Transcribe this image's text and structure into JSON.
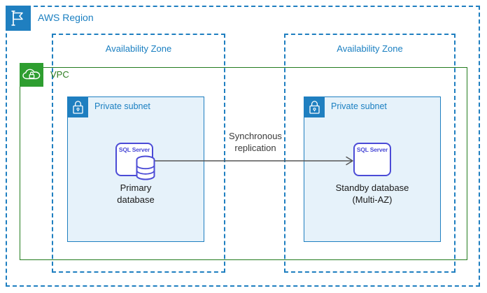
{
  "diagram": {
    "region": {
      "label": "AWS Region",
      "icon": "aws-region-flag-icon",
      "border_color": "#1f7fc0",
      "label_color": "#1a7fc1"
    },
    "vpc": {
      "label": "VPC",
      "icon": "vpc-cloud-lock-icon",
      "border_color": "#237b1e",
      "icon_color": "#2e9e30",
      "label_color": "#2e7d22"
    },
    "availability_zones": [
      {
        "label": "Availability Zone"
      },
      {
        "label": "Availability Zone"
      }
    ],
    "subnets": [
      {
        "label": "Private subnet",
        "icon": "private-subnet-lock-icon",
        "fill_color": "#e6f2fa",
        "border_color": "#1f7fc0"
      },
      {
        "label": "Private subnet",
        "icon": "private-subnet-lock-icon",
        "fill_color": "#e6f2fa",
        "border_color": "#1f7fc0"
      }
    ],
    "nodes": [
      {
        "product": "SQL Server",
        "icon": "sql-server-database-icon",
        "has_cylinder": true,
        "caption_line1": "Primary",
        "caption_line2": "database",
        "color": "#4b4bd6"
      },
      {
        "product": "SQL Server",
        "icon": "sql-server-icon",
        "has_cylinder": false,
        "caption_line1": "Standby database",
        "caption_line2": "(Multi-AZ)",
        "color": "#4b4bd6"
      }
    ],
    "connector": {
      "label_line1": "Synchronous",
      "label_line2": "replication",
      "direction": "left-to-right",
      "line_color": "#555555"
    }
  }
}
